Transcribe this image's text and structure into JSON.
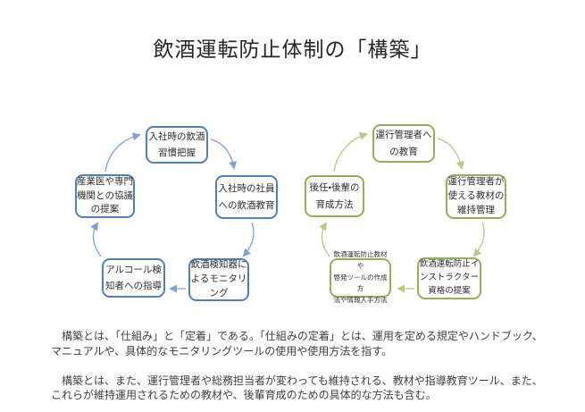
{
  "title": "飲酒運転防止体制の「構築」",
  "colors": {
    "blue_border": "#4E80BC",
    "blue_arrow": "#7DA2D6",
    "green_border": "#95B155",
    "green_arrow": "#B5CA83",
    "box_text": "#2E2E2E",
    "body_text": "#3F3F3F",
    "title_text": "#262626"
  },
  "left_cycle": {
    "theme": "blue",
    "nodes": [
      {
        "id": "intake-habit",
        "label": "入社時の飲酒\n習慣把握"
      },
      {
        "id": "intake-education",
        "label": "入社時の社員\nへの飲酒教育"
      },
      {
        "id": "detector-monitoring",
        "label": "飲酒検知器に\nよるモニタリ\nング"
      },
      {
        "id": "guidance-detected",
        "label": "アルコール検\n知者への指導"
      },
      {
        "id": "consult-specialists",
        "label": "産業医や専門\n機関との協議\nの提案"
      }
    ]
  },
  "right_cycle": {
    "theme": "green",
    "nodes": [
      {
        "id": "manager-education",
        "label": "運行管理者へ\nの教育"
      },
      {
        "id": "material-maintenance",
        "label": "運行管理者が\n使える教材の\n維持管理"
      },
      {
        "id": "instructor-qualification",
        "label": "飲酒運転防止イ\nンストラクター\n資格の提案"
      },
      {
        "id": "material-creation-methods",
        "label": "飲酒運転防止教材や\n啓発ツールの作成方\n法や情報入手方法"
      },
      {
        "id": "successor-training",
        "label": "後任・後輩の\n育成方法"
      }
    ]
  },
  "body_paragraphs": [
    "　構築とは、「仕組み」と「定着」である。「仕組みの定着」とは、運用を定める規定やハンドブック、\nマニュアルや、具体的なモニタリングツールの使用や使用方法を指す。",
    "　構築とは、また、運行管理者や総務担当者が変わっても維持される、教材や指導教育ツール、また、\nこれらが維持運用されるための教材や、後輩育成のための具体的な方法も含む。"
  ]
}
